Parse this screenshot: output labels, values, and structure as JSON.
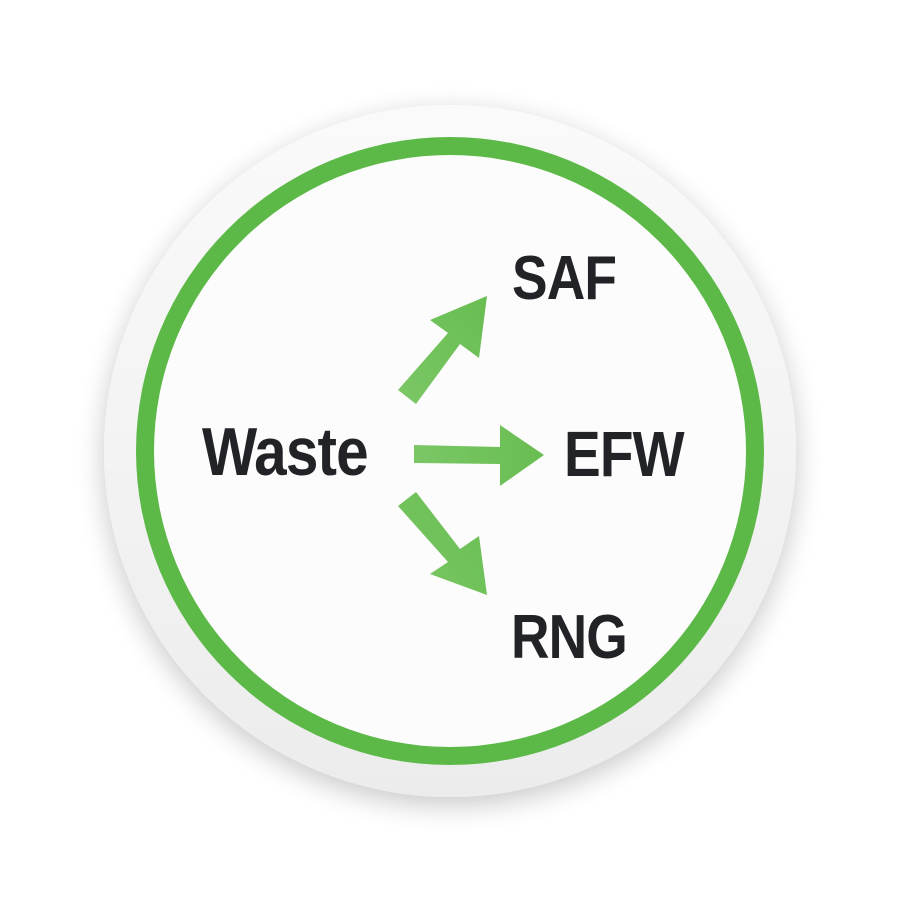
{
  "diagram": {
    "source": "Waste",
    "targets": {
      "top": "SAF",
      "middle": "EFW",
      "bottom": "RNG"
    }
  },
  "colors": {
    "ring": "#5cb947",
    "arrow": "#74c35e",
    "text": "#222326",
    "inner_fill": "#fcfcfc"
  },
  "icons": {
    "arrows": [
      "arrow-up-right-icon",
      "arrow-right-icon",
      "arrow-down-right-icon"
    ]
  }
}
